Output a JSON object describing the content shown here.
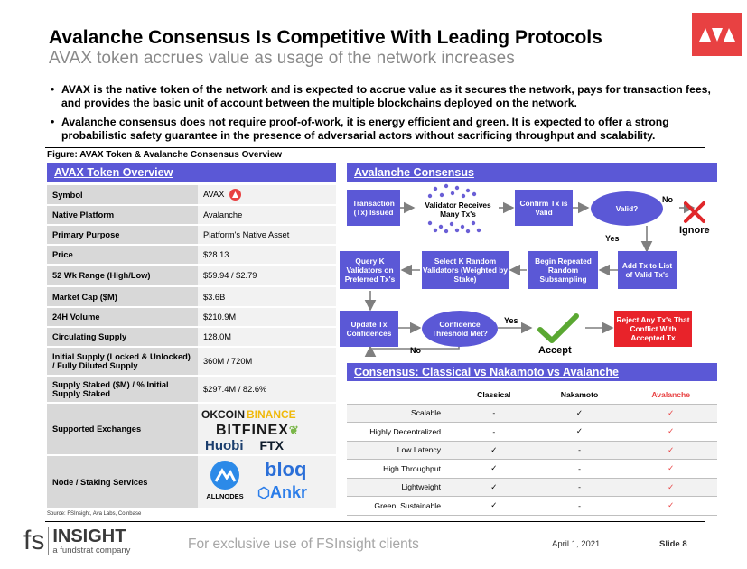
{
  "header": {
    "title": "Avalanche Consensus Is Competitive With Leading Protocols",
    "subtitle": "AVAX token accrues value as usage of the network increases",
    "logo_icon": "avalanche-logo-icon",
    "brand_color": "#e84142",
    "accent_color": "#5b58d6"
  },
  "bullets": [
    "AVAX is the native token of the network and is expected to accrue value as it secures the network, pays for transaction fees, and provides the basic unit of account between the multiple blockchains deployed on the network.",
    "Avalanche consensus does not require proof-of-work, it is energy efficient and green. It is expected to offer a strong probabilistic safety guarantee in the presence of adversarial actors without sacrificing throughput and scalability."
  ],
  "figure_caption": "Figure: AVAX Token & Avalanche Consensus Overview",
  "token_overview": {
    "title": "AVAX Token Overview",
    "rows": [
      {
        "key": "Symbol",
        "value": "AVAX"
      },
      {
        "key": "Native Platform",
        "value": "Avalanche"
      },
      {
        "key": "Primary Purpose",
        "value": "Platform's Native Asset"
      },
      {
        "key": "Price",
        "value": "$28.13"
      },
      {
        "key": "52 Wk Range (High/Low)",
        "value": "$59.94 / $2.79"
      },
      {
        "key": "Market Cap ($M)",
        "value": "$3.6B"
      },
      {
        "key": "24H Volume",
        "value": "$210.9M"
      },
      {
        "key": "Circulating Supply",
        "value": "128.0M"
      },
      {
        "key": "Initial Supply (Locked & Unlocked) / Fully Diluted Supply",
        "value": "360M / 720M"
      },
      {
        "key": "Supply Staked ($M) / % Initial Supply Staked",
        "value": "$297.4M / 82.6%"
      }
    ],
    "exchanges_label": "Supported Exchanges",
    "exchanges": [
      "OKCOIN",
      "BINANCE",
      "BITFINEX",
      "Huobi",
      "FTX"
    ],
    "staking_label": "Node / Staking Services",
    "staking": [
      "ALLNODES",
      "bloq",
      "Ankr"
    ],
    "source": "Source: FSInsight, Ava Labs, Coinbase"
  },
  "consensus": {
    "title": "Avalanche Consensus",
    "steps": {
      "tx_issued": "Transaction (Tx) Issued",
      "validator_receives": "Validator Receives Many Tx's",
      "confirm_valid": "Confirm Tx is Valid",
      "valid_q": "Valid?",
      "no": "No",
      "ignore": "Ignore",
      "yes": "Yes",
      "add_tx": "Add Tx to List of Valid Tx's",
      "begin_subsampling": "Begin Repeated Random Subsampling",
      "select_k": "Select K Random Validators (Weighted by Stake)",
      "query_k": "Query K Validators on Preferred Tx's",
      "update_conf": "Update Tx Confidences",
      "threshold_q": "Confidence Threshold Met?",
      "yes2": "Yes",
      "no2": "No",
      "accept": "Accept",
      "reject": "Reject Any Tx's That Conflict With Accepted Tx"
    }
  },
  "comparison": {
    "title": "Consensus: Classical vs Nakamoto vs Avalanche",
    "columns": [
      "Classical",
      "Nakamoto",
      "Avalanche"
    ],
    "rows": [
      {
        "label": "Scalable",
        "classical": "-",
        "nakamoto": "✓",
        "avalanche": "✓"
      },
      {
        "label": "Highly Decentralized",
        "classical": "-",
        "nakamoto": "✓",
        "avalanche": "✓"
      },
      {
        "label": "Low Latency",
        "classical": "✓",
        "nakamoto": "-",
        "avalanche": "✓"
      },
      {
        "label": "High Throughput",
        "classical": "✓",
        "nakamoto": "-",
        "avalanche": "✓"
      },
      {
        "label": "Lightweight",
        "classical": "✓",
        "nakamoto": "-",
        "avalanche": "✓"
      },
      {
        "label": "Green, Sustainable",
        "classical": "✓",
        "nakamoto": "-",
        "avalanche": "✓"
      }
    ]
  },
  "footer": {
    "fs": "fs",
    "insight": "INSIGHT",
    "tagline": "a fundstrat company",
    "exclusive": "For exclusive use of FSInsight clients",
    "date": "April 1, 2021",
    "slide": "Slide  8"
  }
}
